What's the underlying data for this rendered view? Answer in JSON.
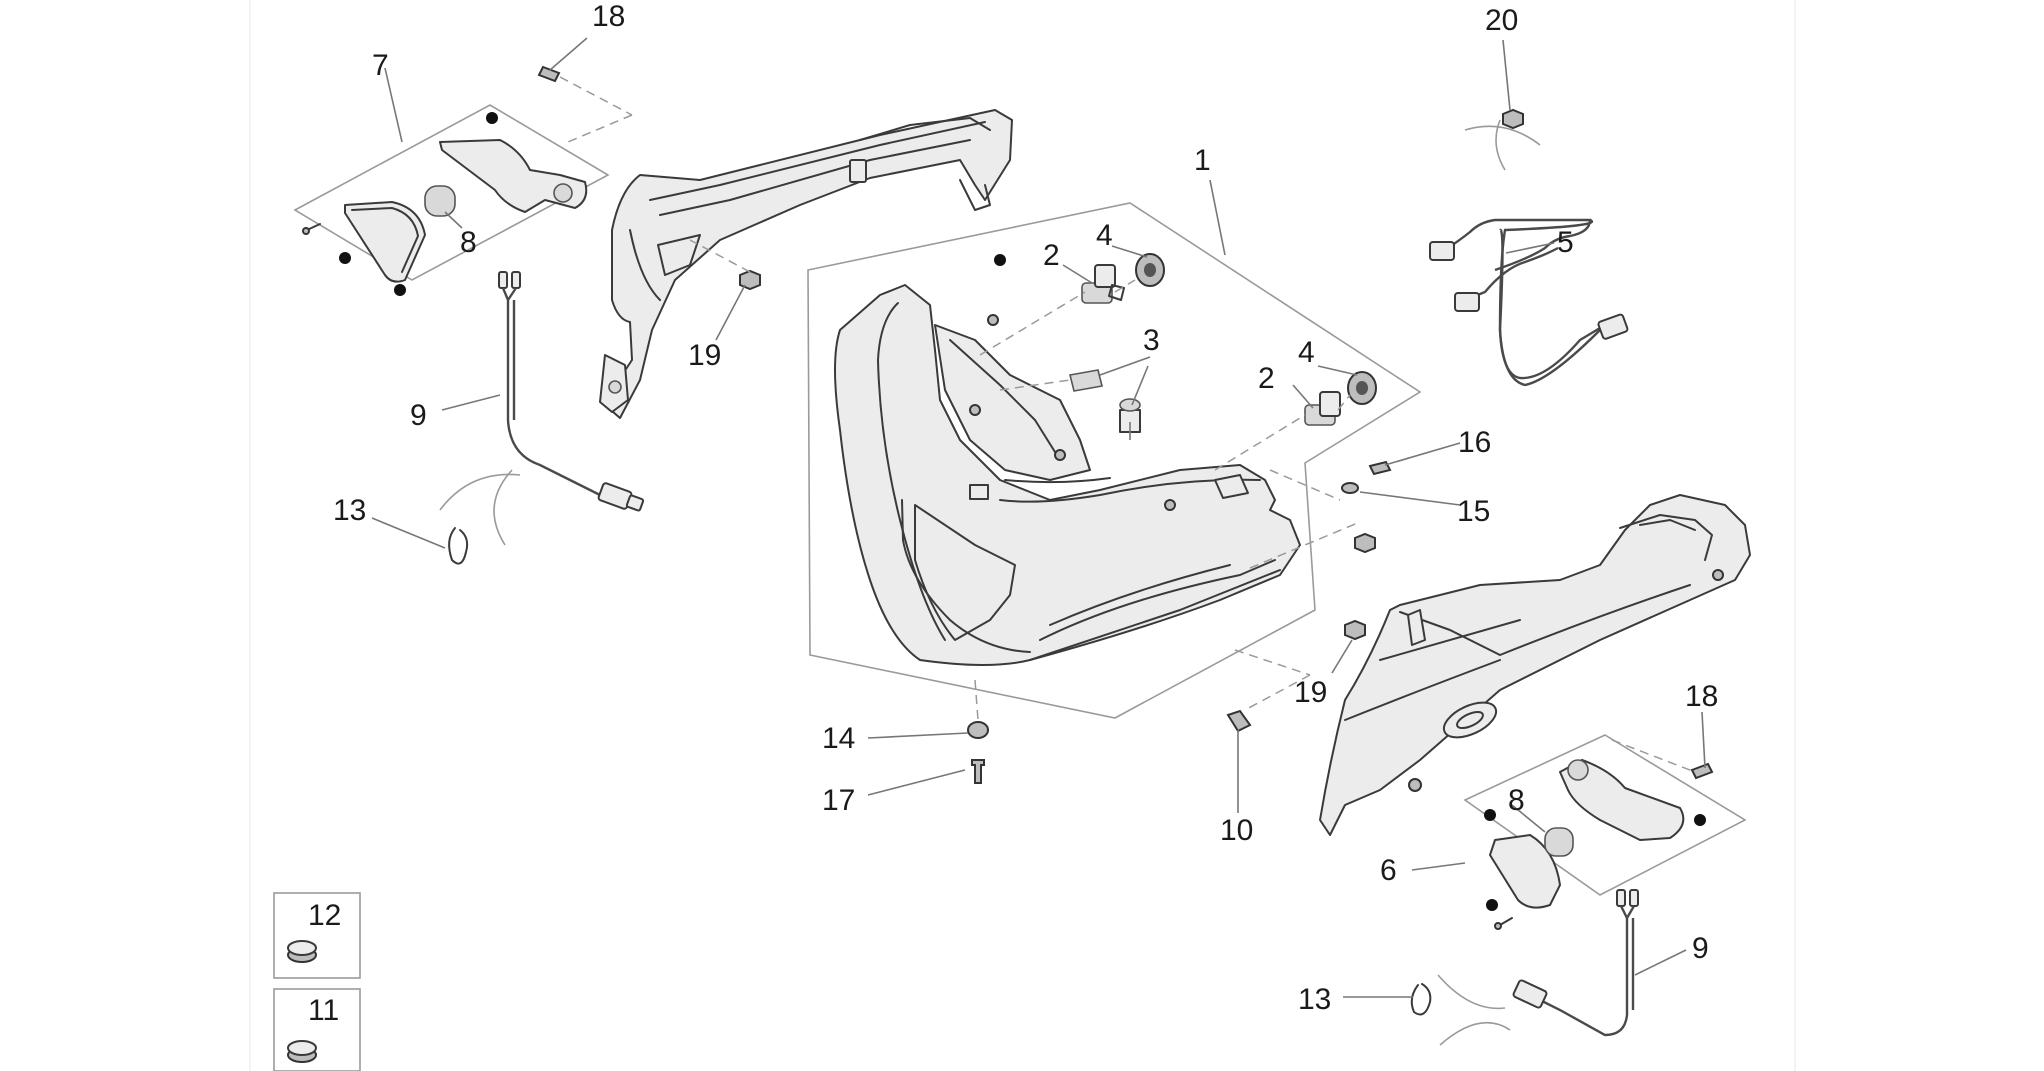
{
  "callouts": {
    "c1": "1",
    "c2a": "2",
    "c2b": "2",
    "c3": "3",
    "c4a": "4",
    "c4b": "4",
    "c5": "5",
    "c6": "6",
    "c7": "7",
    "c8a": "8",
    "c8b": "8",
    "c9a": "9",
    "c9b": "9",
    "c10": "10",
    "c11": "11",
    "c12": "12",
    "c13a": "13",
    "c13b": "13",
    "c14": "14",
    "c15": "15",
    "c16": "16",
    "c17": "17",
    "c18a": "18",
    "c18b": "18",
    "c19a": "19",
    "c19b": "19",
    "c20": "20"
  }
}
